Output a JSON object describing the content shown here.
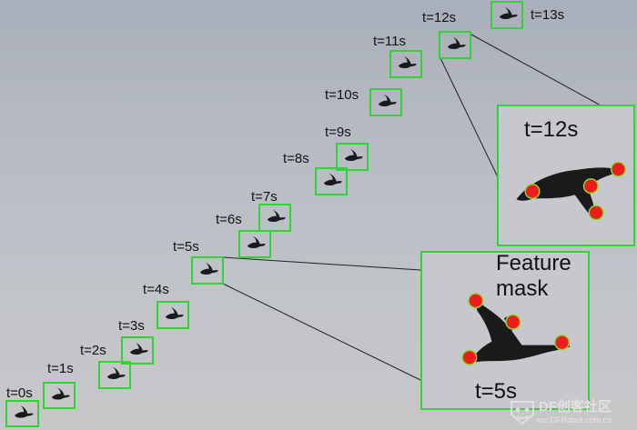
{
  "frames": [
    {
      "label": "t=0s"
    },
    {
      "label": "t=1s"
    },
    {
      "label": "t=2s"
    },
    {
      "label": "t=3s"
    },
    {
      "label": "t=4s"
    },
    {
      "label": "t=5s"
    },
    {
      "label": "t=6s"
    },
    {
      "label": "t=7s"
    },
    {
      "label": "t=8s"
    },
    {
      "label": "t=9s"
    },
    {
      "label": "t=10s"
    },
    {
      "label": "t=11s"
    },
    {
      "label": "t=12s"
    },
    {
      "label": "t=13s"
    }
  ],
  "zoom_views": {
    "top": {
      "label": "t=12s"
    },
    "bottom": {
      "label": "t=5s"
    }
  },
  "feature_label": [
    "Feature",
    "mask"
  ],
  "watermark": {
    "brand": "DF创客社区",
    "url": "mc.DFRobot.com.cn"
  },
  "colors": {
    "box": "#34d234",
    "feature_point": "#ee1c1c",
    "bird": "#1a1a1a"
  }
}
